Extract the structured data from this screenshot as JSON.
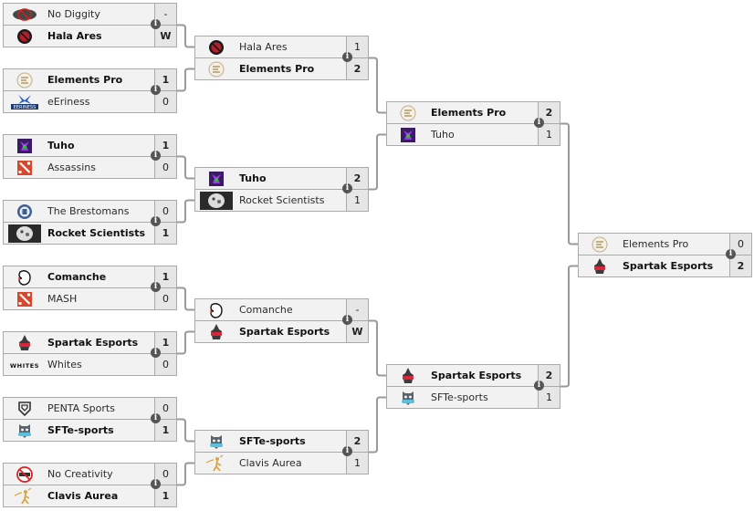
{
  "bracket": {
    "rounds": [
      {
        "name": "round-1",
        "matches": [
          {
            "teams": [
              {
                "name": "No Diggity",
                "score": "-",
                "logo": "no-diggity-logo",
                "winner": false
              },
              {
                "name": "Hala Ares",
                "score": "W",
                "logo": "hala-ares-logo",
                "winner": true
              }
            ]
          },
          {
            "teams": [
              {
                "name": "Elements Pro",
                "score": "1",
                "logo": "elements-pro-logo",
                "winner": true
              },
              {
                "name": "eEriness",
                "score": "0",
                "logo": "eeriness-logo",
                "winner": false
              }
            ]
          },
          {
            "teams": [
              {
                "name": "Tuho",
                "score": "1",
                "logo": "tuho-logo",
                "winner": true
              },
              {
                "name": "Assassins",
                "score": "0",
                "logo": "dota-logo",
                "winner": false
              }
            ]
          },
          {
            "teams": [
              {
                "name": "The Brestomans",
                "score": "0",
                "logo": "brestomans-logo",
                "winner": false
              },
              {
                "name": "Rocket Scientists",
                "score": "1",
                "logo": "rocket-scientists-logo",
                "winner": true
              }
            ]
          },
          {
            "teams": [
              {
                "name": "Comanche",
                "score": "1",
                "logo": "comanche-logo",
                "winner": true
              },
              {
                "name": "MASH",
                "score": "0",
                "logo": "dota-logo",
                "winner": false
              }
            ]
          },
          {
            "teams": [
              {
                "name": "Spartak Esports",
                "score": "1",
                "logo": "spartak-logo",
                "winner": true
              },
              {
                "name": "Whites",
                "score": "0",
                "logo": "whites-logo",
                "winner": false
              }
            ]
          },
          {
            "teams": [
              {
                "name": "PENTA Sports",
                "score": "0",
                "logo": "penta-logo",
                "winner": false
              },
              {
                "name": "SFTe-sports",
                "score": "1",
                "logo": "sfte-logo",
                "winner": true
              }
            ]
          },
          {
            "teams": [
              {
                "name": "No Creativity",
                "score": "0",
                "logo": "no-creativity-logo",
                "winner": false
              },
              {
                "name": "Clavis Aurea",
                "score": "1",
                "logo": "clavis-aurea-logo",
                "winner": true
              }
            ]
          }
        ]
      },
      {
        "name": "round-2",
        "matches": [
          {
            "teams": [
              {
                "name": "Hala Ares",
                "score": "1",
                "logo": "hala-ares-logo",
                "winner": false
              },
              {
                "name": "Elements Pro",
                "score": "2",
                "logo": "elements-pro-logo",
                "winner": true
              }
            ]
          },
          {
            "teams": [
              {
                "name": "Tuho",
                "score": "2",
                "logo": "tuho-logo",
                "winner": true
              },
              {
                "name": "Rocket Scientists",
                "score": "1",
                "logo": "rocket-scientists-logo",
                "winner": false
              }
            ]
          },
          {
            "teams": [
              {
                "name": "Comanche",
                "score": "-",
                "logo": "comanche-logo",
                "winner": false
              },
              {
                "name": "Spartak Esports",
                "score": "W",
                "logo": "spartak-logo",
                "winner": true
              }
            ]
          },
          {
            "teams": [
              {
                "name": "SFTe-sports",
                "score": "2",
                "logo": "sfte-logo",
                "winner": true
              },
              {
                "name": "Clavis Aurea",
                "score": "1",
                "logo": "clavis-aurea-logo",
                "winner": false
              }
            ]
          }
        ]
      },
      {
        "name": "round-3",
        "matches": [
          {
            "teams": [
              {
                "name": "Elements Pro",
                "score": "2",
                "logo": "elements-pro-logo",
                "winner": true
              },
              {
                "name": "Tuho",
                "score": "1",
                "logo": "tuho-logo",
                "winner": false
              }
            ]
          },
          {
            "teams": [
              {
                "name": "Spartak Esports",
                "score": "2",
                "logo": "spartak-logo",
                "winner": true
              },
              {
                "name": "SFTe-sports",
                "score": "1",
                "logo": "sfte-logo",
                "winner": false
              }
            ]
          }
        ]
      },
      {
        "name": "final",
        "matches": [
          {
            "teams": [
              {
                "name": "Elements Pro",
                "score": "0",
                "logo": "elements-pro-logo",
                "winner": false
              },
              {
                "name": "Spartak Esports",
                "score": "2",
                "logo": "spartak-logo",
                "winner": true
              }
            ]
          }
        ]
      }
    ],
    "info_icon_glyph": "i"
  },
  "colors": {
    "row_bg": "#f2f2f2",
    "score_bg": "#e6e6e6",
    "border": "#aaaaaa",
    "connector": "#999999",
    "info_icon_bg": "#555555"
  }
}
